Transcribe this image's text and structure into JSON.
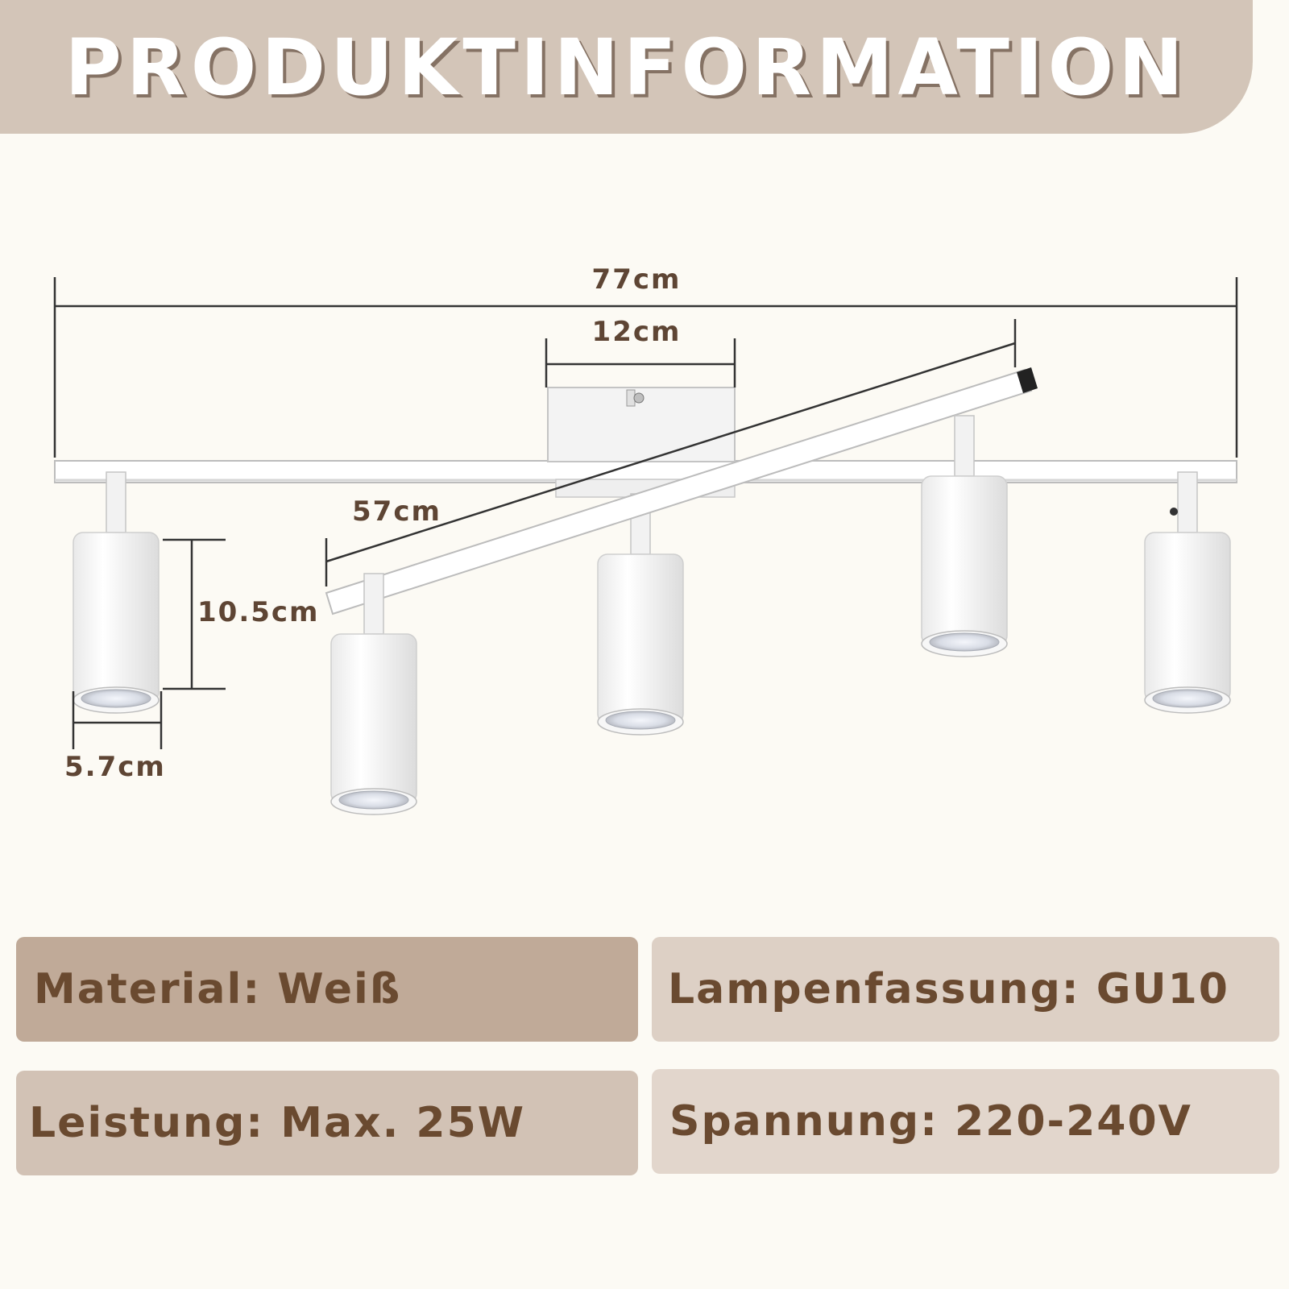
{
  "header": {
    "title": "PRODUKTINFORMATION"
  },
  "dimensions": {
    "total_length": "77cm",
    "canopy_width": "12cm",
    "diagonal_arm_length": "57cm",
    "spot_height": "10.5cm",
    "spot_diameter": "5.7cm"
  },
  "specs": {
    "material": "Material: Weiß",
    "lamp_socket": "Lampenfassung: GU10",
    "power": "Leistung: Max. 25W",
    "voltage": "Spannung: 220-240V"
  },
  "colors": {
    "background": "#fcfaf4",
    "header_band": "#d3c5b8",
    "text_brown": "#6a4a30"
  }
}
